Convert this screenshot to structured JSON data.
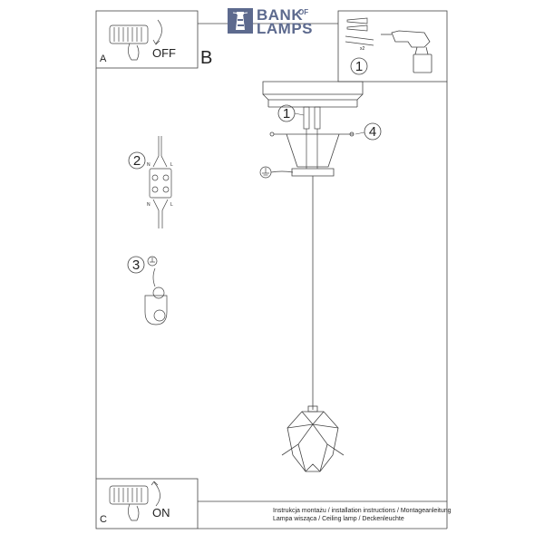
{
  "brand": {
    "word_top": "BANK",
    "word_of": "OF",
    "word_bottom": "LAMPS"
  },
  "panels": {
    "a": {
      "letter": "A",
      "state": "OFF"
    },
    "b": {
      "letter": "B"
    },
    "c": {
      "letter": "C",
      "state": "ON"
    }
  },
  "tools": {
    "callout": "1",
    "count": "x2"
  },
  "steps": {
    "fixing": "1",
    "wiring": "2",
    "earth": "3",
    "screws": "4"
  },
  "terminal_labels": {
    "n_top": "N",
    "l_top": "L",
    "n_bottom": "N",
    "l_bottom": "L"
  },
  "footer": {
    "line1": "Instrukcja montażu / installation instructions / Montageanleitung",
    "line2": "Lampa wisząca / Ceiling lamp / Deckenleuchte"
  },
  "colors": {
    "brand": "#5d6a8e",
    "line": "#444444"
  }
}
